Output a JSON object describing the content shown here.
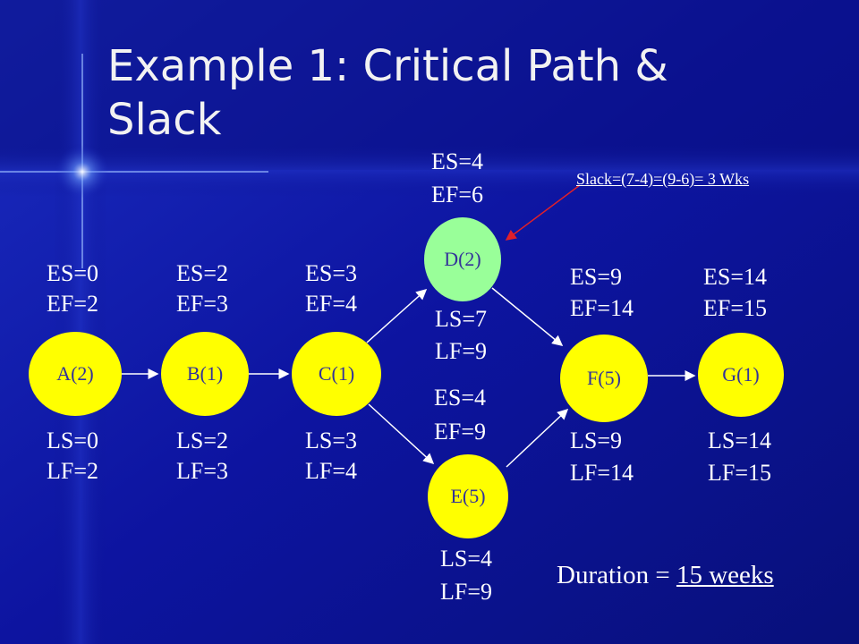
{
  "title": "Example 1: Critical Path & Slack",
  "nodes": [
    {
      "id": "a",
      "label": "A(2)",
      "top": [
        "ES=0",
        "EF=2"
      ],
      "bottom": [
        "LS=0",
        "LF=2"
      ]
    },
    {
      "id": "b",
      "label": "B(1)",
      "top": [
        "ES=2",
        "EF=3"
      ],
      "bottom": [
        "LS=2",
        "LF=3"
      ]
    },
    {
      "id": "c",
      "label": "C(1)",
      "top": [
        "ES=3",
        "EF=4"
      ],
      "bottom": [
        "LS=3",
        "LF=4"
      ]
    },
    {
      "id": "d",
      "label": "D(2)",
      "top": [
        "ES=4",
        "EF=6"
      ],
      "bottom": [
        "LS=7",
        "LF=9"
      ]
    },
    {
      "id": "e",
      "label": "E(5)",
      "top": [
        "ES=4",
        "EF=9"
      ],
      "bottom": [
        "LS=4",
        "LF=9"
      ]
    },
    {
      "id": "f",
      "label": "F(5)",
      "top": [
        "ES=9",
        "EF=14"
      ],
      "bottom": [
        "LS=9",
        "LF=14"
      ]
    },
    {
      "id": "g",
      "label": "G(1)",
      "top": [
        "ES=14",
        "EF=15"
      ],
      "bottom": [
        "LS=14",
        "LF=15"
      ]
    }
  ],
  "edges": [
    [
      "a",
      "b"
    ],
    [
      "b",
      "c"
    ],
    [
      "c",
      "d"
    ],
    [
      "c",
      "e"
    ],
    [
      "d",
      "f"
    ],
    [
      "e",
      "f"
    ],
    [
      "f",
      "g"
    ]
  ],
  "slack_note": "Slack=(7-4)=(9-6)= 3 Wks",
  "duration": {
    "prefix": "Duration = ",
    "value": "15 weeks"
  },
  "colors": {
    "critical_node": "#ffff00",
    "slack_node": "#99ff99",
    "background": "#0b0f8a",
    "node_text": "#333399",
    "slack_arrow": "#e0202a"
  }
}
